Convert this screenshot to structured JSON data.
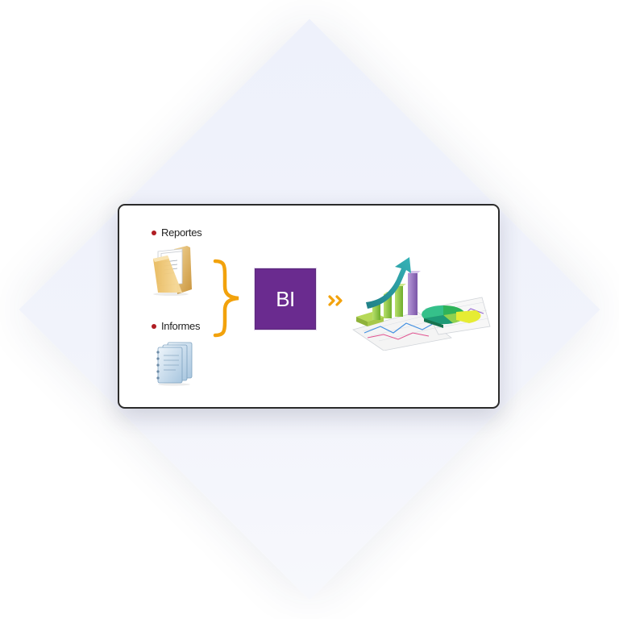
{
  "diagram": {
    "inputs": [
      {
        "label": "Reportes",
        "icon": "folder-icon"
      },
      {
        "label": "Informes",
        "icon": "notebook-icon"
      }
    ],
    "process": {
      "label": "BI"
    },
    "output": {
      "icon": "charts-illustration-icon"
    },
    "colors": {
      "bullet": "#b01d23",
      "bracket": "#f2a20c",
      "bi_box": "#6a2b8f",
      "arrow": "#f2a20c"
    }
  }
}
